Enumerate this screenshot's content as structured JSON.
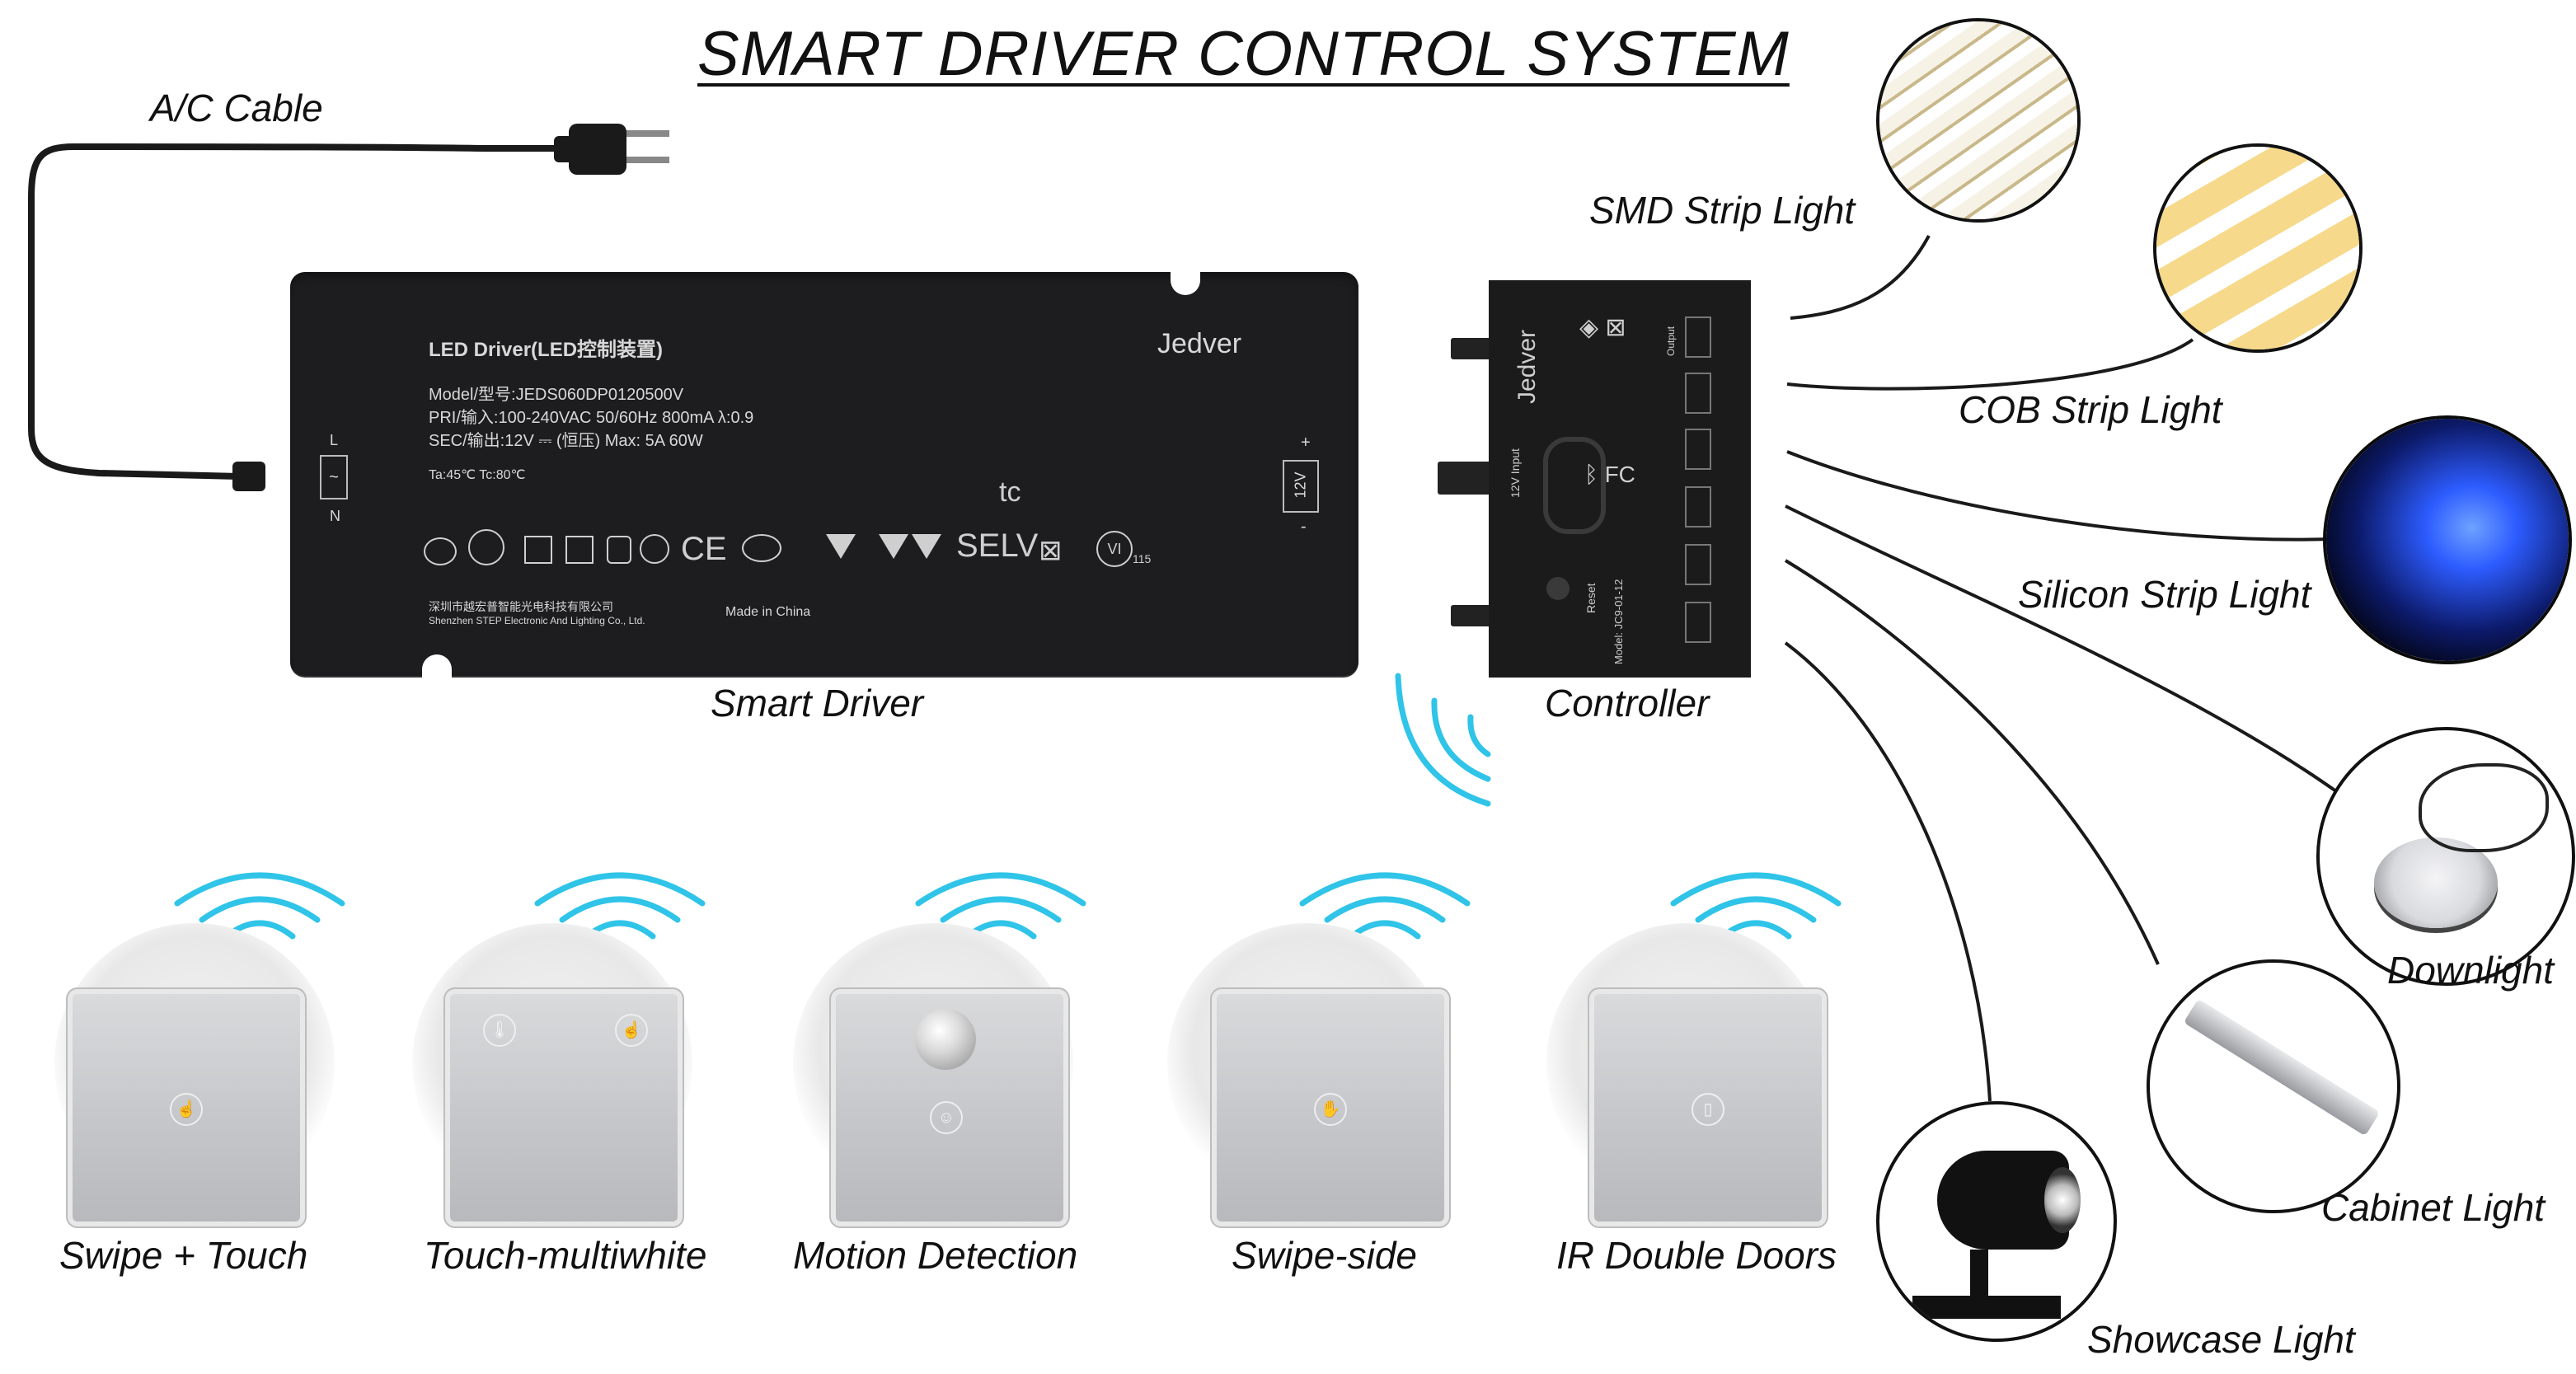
{
  "title": "SMART DRIVER CONTROL SYSTEM",
  "labels": {
    "ac_cable": "A/C Cable",
    "smart_driver": "Smart Driver",
    "controller": "Controller"
  },
  "driver": {
    "line1": "LED Driver(LED控制装置)",
    "brand": "Jedver",
    "model": "Model/型号:JEDS060DP0120500V",
    "pri": "PRI/输入:100-240VAC  50/60Hz  800mA  λ:0.9",
    "sec": "SEC/输出:12V ⎓  (恒压)  Max: 5A  60W",
    "temps": "Ta:45℃        Tc:80℃",
    "terminal_l": "L",
    "terminal_sym": "~",
    "terminal_n": "N",
    "terminal_plus": "+",
    "terminal_12v": "12V",
    "terminal_minus": "-",
    "tc": "tc",
    "selv": "SELV",
    "ce": "CE",
    "vi": "VI",
    "vi_sub": "115",
    "maker_cn": "深圳市越宏普智能光电科技有限公司",
    "maker_en": "Shenzhen STEP Electronic And Lighting Co., Ltd.",
    "made_in": "Made in China"
  },
  "controller": {
    "brand": "Jedver",
    "input": "12V Input",
    "reset": "Reset",
    "model": "Model: JC9-01-12",
    "output": "Output"
  },
  "lights": [
    {
      "name": "SMD Strip Light"
    },
    {
      "name": "COB Strip Light"
    },
    {
      "name": "Silicon Strip Light"
    },
    {
      "name": "Downlight"
    },
    {
      "name": "Cabinet Light"
    },
    {
      "name": "Showcase Light"
    }
  ],
  "switches": [
    {
      "name": "Swipe + Touch"
    },
    {
      "name": "Touch-multiwhite"
    },
    {
      "name": "Motion Detection"
    },
    {
      "name": "Swipe-side"
    },
    {
      "name": "IR Double Doors"
    }
  ],
  "colors": {
    "wave": "#2fc4e8",
    "driver": "#1d1d1f",
    "silicon": "#1b44e0"
  },
  "icons": [
    "plug-icon",
    "wifi-wave-icon",
    "led-strip-icon",
    "downlight-icon",
    "showcase-spot-icon",
    "touch-icon",
    "motion-sensor-icon"
  ]
}
